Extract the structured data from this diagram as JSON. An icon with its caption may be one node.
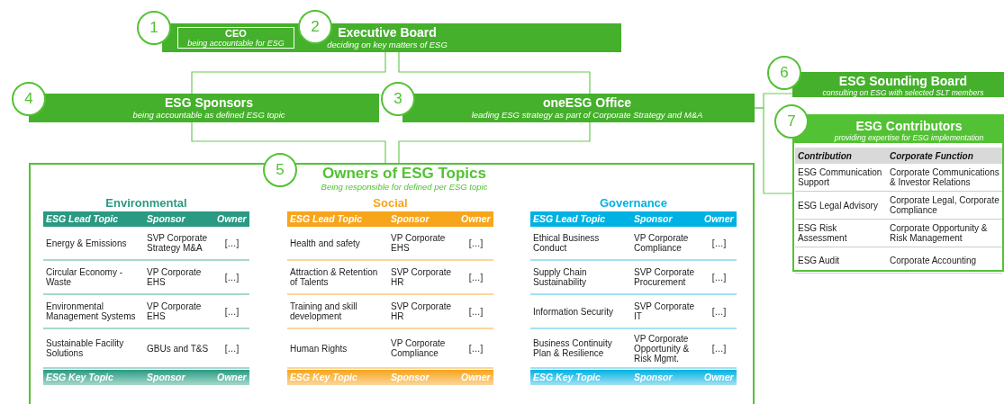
{
  "diagram": {
    "nodes": [
      {
        "text": [
          "1"
        ]
      },
      {
        "text": [
          "Executive Board",
          "deciding on key matters of ESG"
        ]
      },
      {
        "text": [
          "CEO",
          "being accountable for ESG"
        ],
        "in": 1
      },
      {
        "text": [
          "2"
        ]
      },
      {
        "text": [
          "4"
        ]
      },
      {
        "text": [
          "ESG Sponsors",
          "being accountable as defined ESG topic"
        ]
      },
      {
        "text": [
          "3"
        ]
      },
      {
        "text": [
          "oneESG Office",
          "leading ESG strategy as part of Corporate Strategy and M&A"
        ]
      },
      {
        "text": [
          "6"
        ]
      },
      {
        "text": [
          "ESG Sounding Board",
          "consulting on ESG with selected SLT members"
        ]
      },
      {
        "text": [
          "7"
        ]
      },
      {
        "text": [
          "ESG Contributors",
          "providing expertise for ESG implementation"
        ]
      },
      {
        "text": [
          "5"
        ]
      },
      {
        "text": [
          "Owners of ESG Topics",
          "Being responsible for defined per ESG topic"
        ]
      }
    ],
    "edges": [
      {
        "from": 1,
        "to": 5,
        "arrow": "none"
      },
      {
        "from": 1,
        "to": 7,
        "arrow": "none"
      },
      {
        "from": 5,
        "to": 13,
        "arrow": "none"
      },
      {
        "from": 7,
        "to": 13,
        "arrow": "none"
      },
      {
        "from": 7,
        "to": 9,
        "arrow": "none"
      },
      {
        "from": 7,
        "to": 11,
        "arrow": "none"
      }
    ],
    "labels": [
      "Contribution",
      "Corporate Function",
      "ESG Communication Support",
      "Corporate Communications & Investor Relations",
      "ESG Legal Advisory",
      "Corporate Legal, Corporate Compliance",
      "ESG Risk Assessment",
      "Corporate Opportunity & Risk Management",
      "ESG Audit",
      "Corporate Accounting",
      "Environmental",
      "ESG Lead Topic",
      "Sponsor",
      "Owner",
      "Energy & Emissions",
      "SVP Corporate Strategy M&A",
      "[…]",
      "Circular Economy - Waste",
      "VP Corporate EHS",
      "[…]",
      "Environmental Management Systems",
      "VP Corporate EHS",
      "[…]",
      "Sustainable Facility Solutions",
      "GBUs and T&S",
      "[…]",
      "ESG Key Topic",
      "Sponsor",
      "Owner",
      "Social",
      "ESG Lead Topic",
      "Sponsor",
      "Owner",
      "Health and safety",
      "VP Corporate EHS",
      "[…]",
      "Attraction & Retention of Talents",
      "SVP Corporate HR",
      "[…]",
      "Training and skill development",
      "SVP Corporate HR",
      "[…]",
      "Human Rights",
      "VP Corporate Compliance",
      "[…]",
      "ESG Key Topic",
      "Sponsor",
      "Owner",
      "Governance",
      "ESG Lead Topic",
      "Sponsor",
      "Owner",
      "Ethical Business Conduct",
      "VP Corporate Compliance",
      "[…]",
      "Supply Chain Sustainability",
      "SVP Corporate Procurement",
      "[…]",
      "Information Security",
      "SVP Corporate IT",
      "[…]",
      "Business Continuity Plan & Resilience",
      "VP Corporate Opportunity & Risk Mgmt.",
      "[…]",
      "ESG Key Topic",
      "Sponsor",
      "Owner"
    ]
  }
}
